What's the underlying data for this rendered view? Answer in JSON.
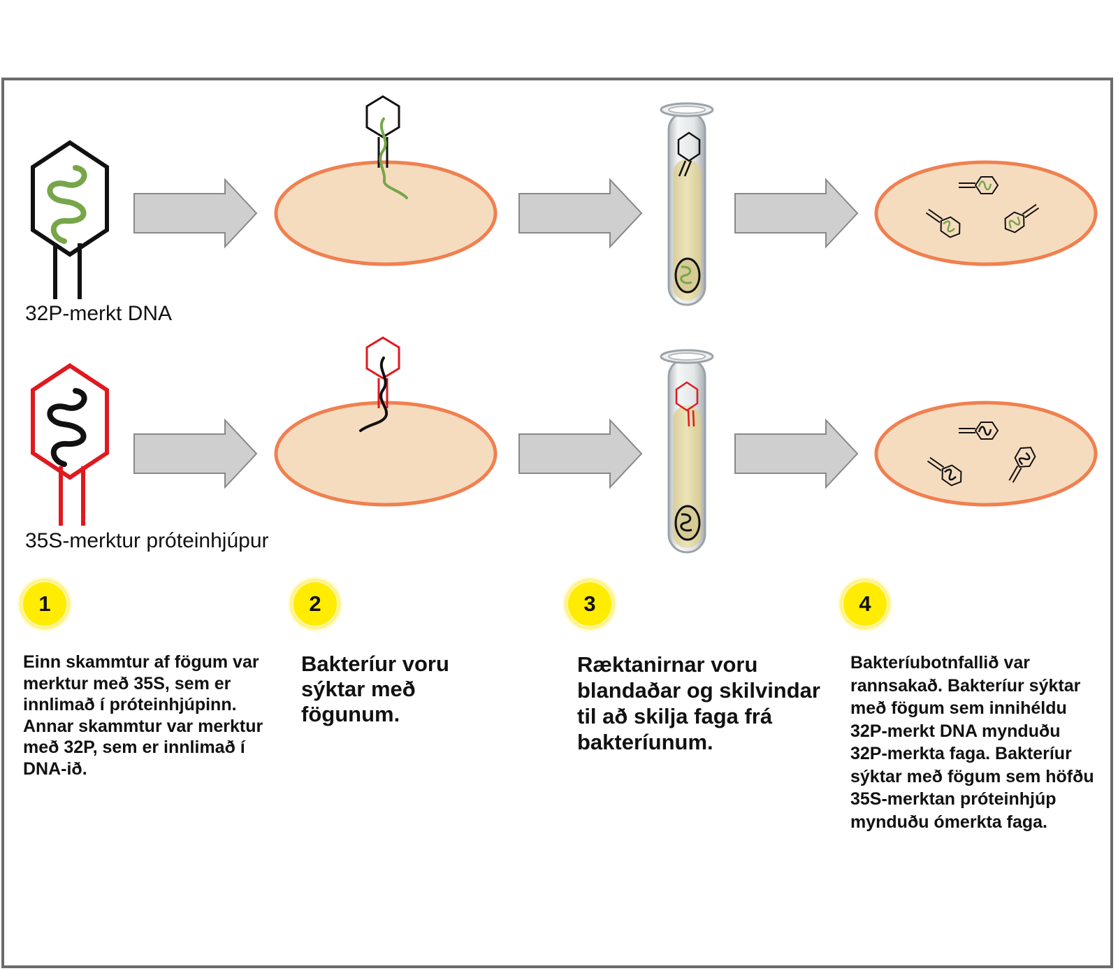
{
  "labels": {
    "row1": "32P-merkt DNA",
    "row2": "35S-merktur próteinhjúpur"
  },
  "steps": [
    {
      "number": "1",
      "text": "Einn skammtur af fögum var merktur með 35S, sem er innlimað í próteinhjúpinn. Annar skammtur var merktur með 32P, sem er innlimað í DNA-ið."
    },
    {
      "number": "2",
      "text": "Bakteríur voru sýktar með fögunum."
    },
    {
      "number": "3",
      "text": "Ræktanirnar voru blandaðar og skilvindar til að skilja faga frá bakteríunum."
    },
    {
      "number": "4",
      "text": "Bakteríubotnfallið var rannsakað. Bakteríur sýktar með fögum sem innihéldu 32P-merkt DNA mynduðu 32P-merkta faga. Bakteríur sýktar með fögum sem höfðu 35S-merktan próteinhjúp mynduðu ómerkta faga."
    }
  ],
  "colors": {
    "dna_labeled": "#77a64a",
    "protein_labeled": "#e0191f",
    "bacterium_fill": "#f6dcbf",
    "bacterium_edge": "#f08050",
    "arrow_fill": "#cfcfcf",
    "badge": "#ffec00"
  }
}
